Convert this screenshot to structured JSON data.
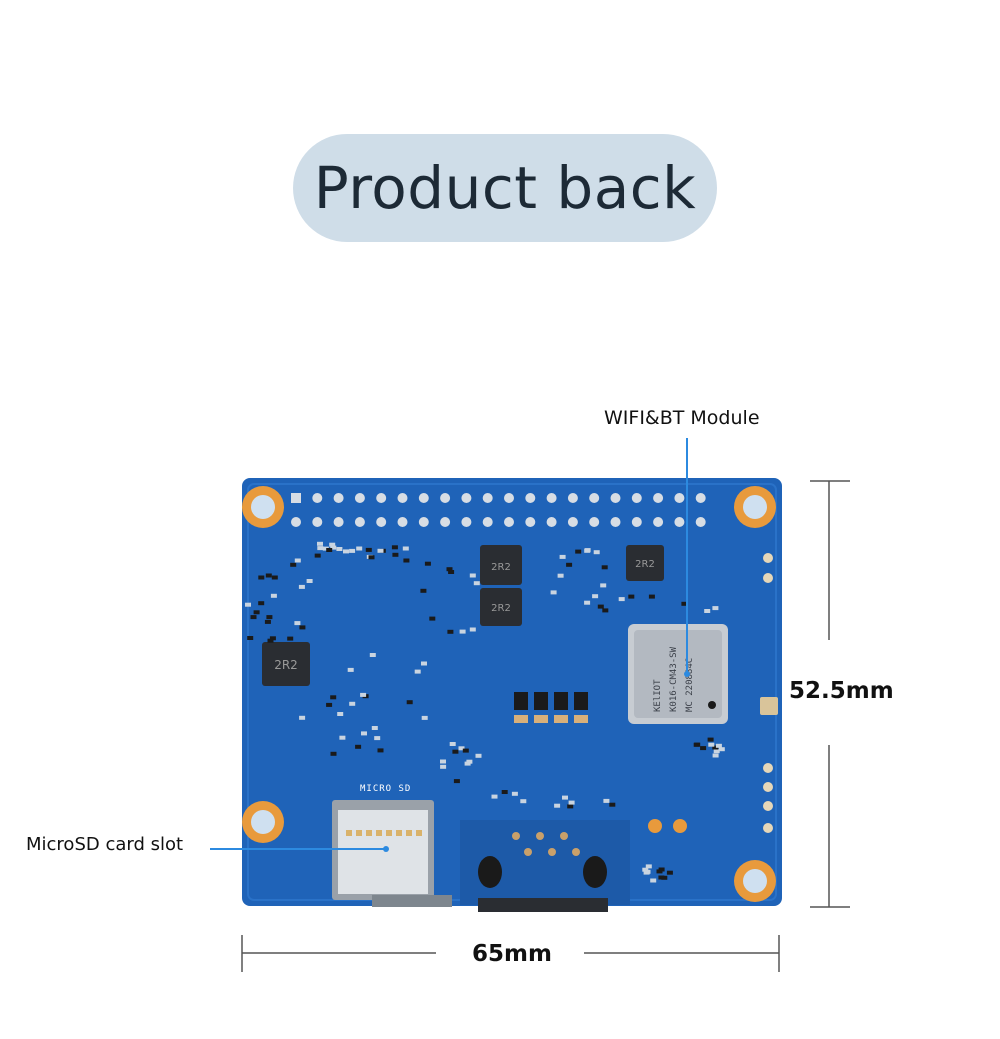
{
  "title": "Product back",
  "callouts": {
    "wifi_module": "WIFI&BT Module",
    "microsd_slot": "MicroSD card slot"
  },
  "dimensions": {
    "height": "52.5mm",
    "width": "65mm"
  },
  "board_markings": {
    "sd_label": "MICRO SD",
    "inductor": "2R2",
    "module_brand": "KElIOT",
    "module_model": "K016-CM43-SW",
    "module_code": "MC 220884C"
  },
  "colors": {
    "pill": "#cfdde8",
    "pcb": "#1f63b8",
    "pad": "#e89a3c",
    "callout_line": "#2c8ae0"
  }
}
